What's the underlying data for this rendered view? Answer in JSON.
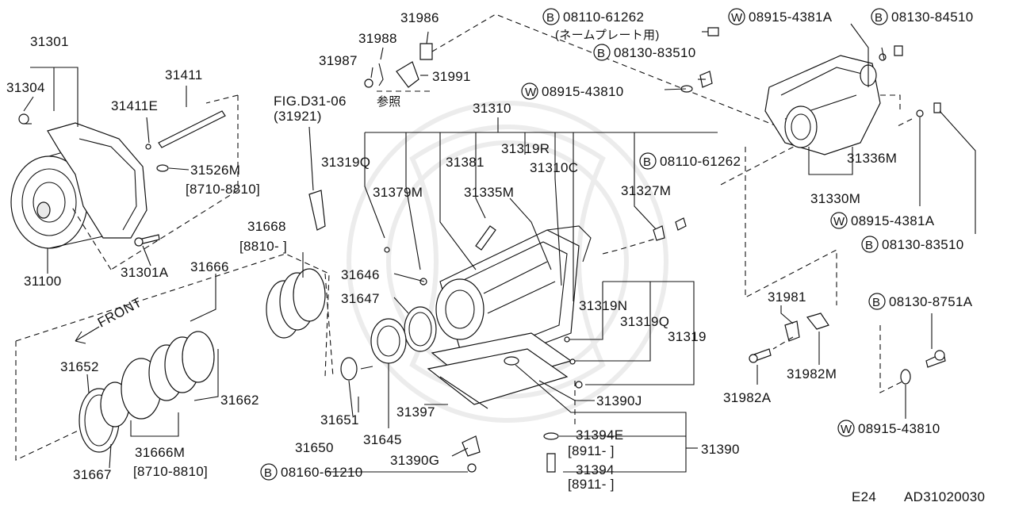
{
  "diagram": {
    "parts": {
      "p31301": "31301",
      "p31304": "31304",
      "p31411": "31411",
      "p31411E": "31411E",
      "p31526M": "31526M",
      "p31526M_range": "[8710-8810]",
      "p31100": "31100",
      "p31301A": "31301A",
      "p31668": "31668",
      "p31668_range": "[8810-     ]",
      "p31666": "31666",
      "front": "FRONT",
      "p31652": "31652",
      "p31662": "31662",
      "p31666M": "31666M",
      "p31666M_range": "[8710-8810]",
      "p31667": "31667",
      "p31986": "31986",
      "p31988": "31988",
      "p31987": "31987",
      "p31991": "31991",
      "fig_ref": "FIG.D31-06",
      "fig_ref_note": "参照",
      "fig_ref_num": "(31921)",
      "p31310": "31310",
      "p31319Q_a": "31319Q",
      "p31379M": "31379M",
      "p31381": "31381",
      "p31319R": "31319R",
      "p31310C": "31310C",
      "p31335M": "31335M",
      "p31327M": "31327M",
      "p31646": "31646",
      "p31647": "31647",
      "p31651": "31651",
      "p31650": "31650",
      "p31645": "31645",
      "p31397": "31397",
      "p31390G": "31390G",
      "p31319N": "31319N",
      "p31319Q_b": "31319Q",
      "p31319": "31319",
      "p31390J": "31390J",
      "p31394E": "31394E",
      "p31394E_range": "[8911-      ]",
      "p31394": "31394",
      "p31394_range": "[8911-      ]",
      "p31390": "31390",
      "p31336M": "31336M",
      "p31330M": "31330M",
      "p31981": "31981",
      "p31982M": "31982M",
      "p31982A": "31982A"
    },
    "bolts": {
      "b1": "08110-61262",
      "b1_note": "(ネームプレート用)",
      "b2": "08130-83510",
      "w1": "08915-43810",
      "w2": "08915-4381A",
      "b3": "08130-84510",
      "b4": "08110-61262",
      "w3": "08915-4381A",
      "b5": "08130-83510",
      "b6": "08130-8751A",
      "w4": "08915-43810",
      "b7": "08160-61210"
    },
    "markers": {
      "B": "B",
      "W": "W"
    },
    "footer": {
      "engine": "E24",
      "code": "AD31020030"
    }
  }
}
